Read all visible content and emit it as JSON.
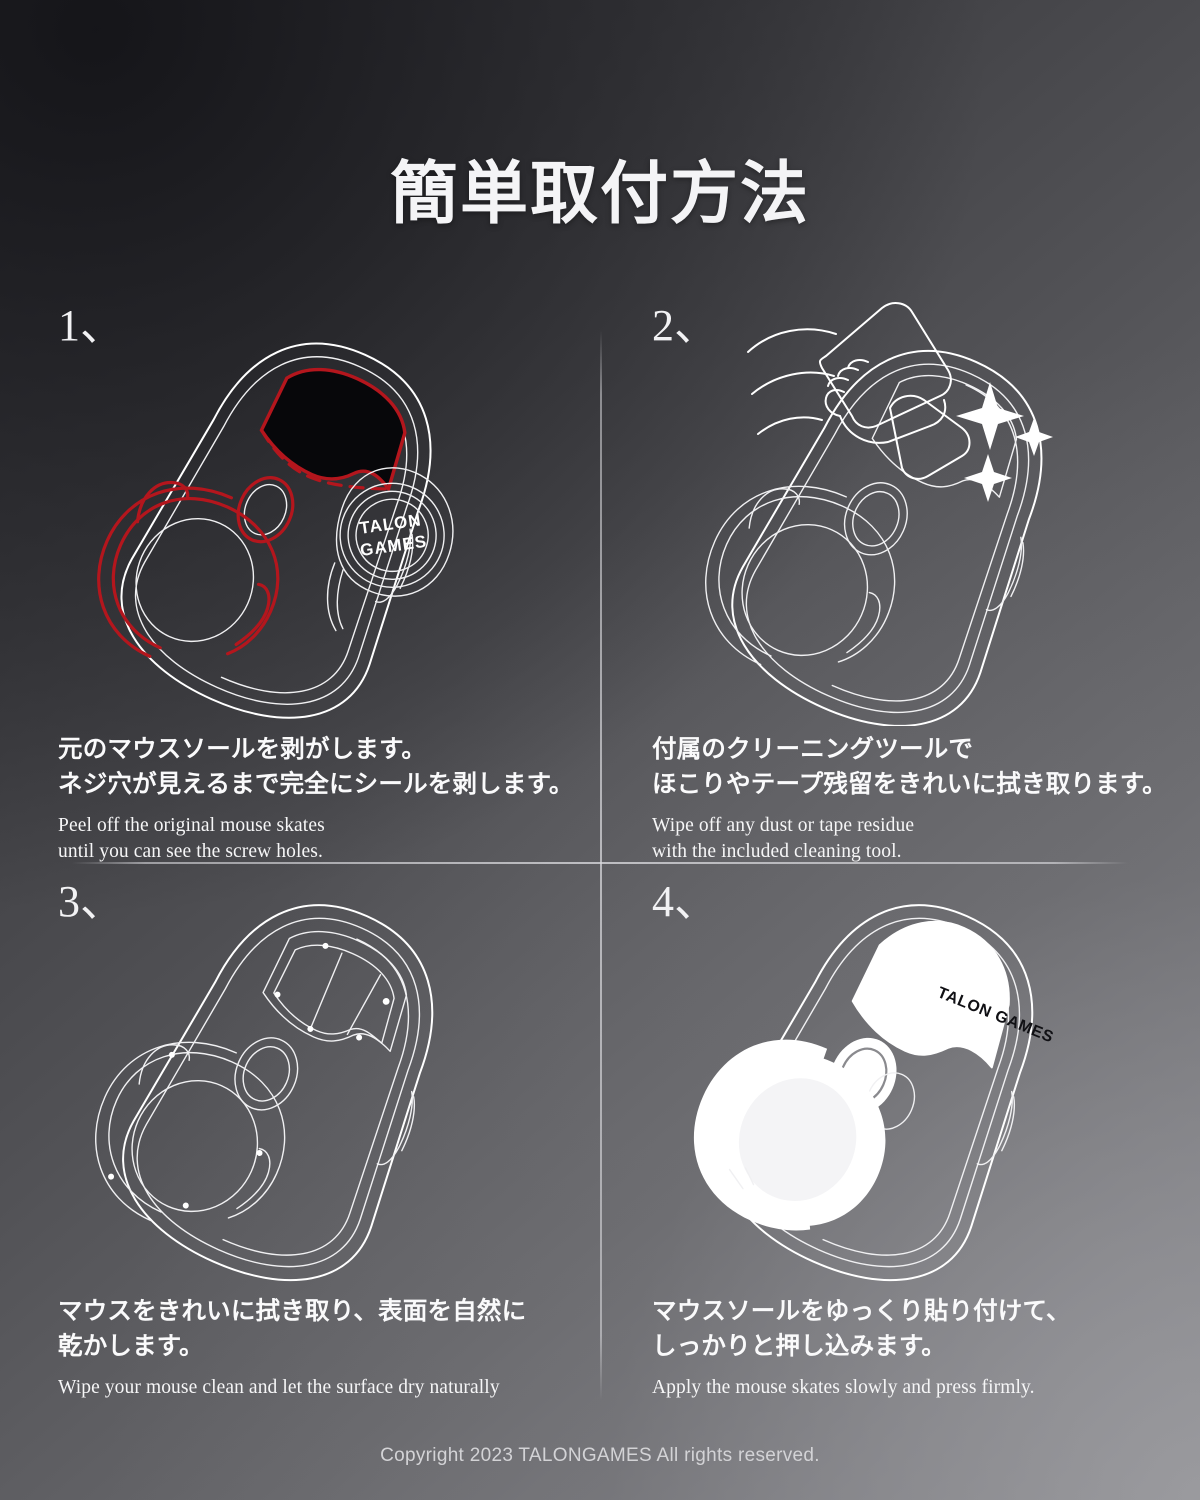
{
  "title": "簡単取付方法",
  "colors": {
    "accent_red": "#b4161d",
    "line_white": "#ffffff",
    "bg_dark": "#2b2b30",
    "bg_light": "#8c8c90"
  },
  "steps": [
    {
      "number": "1、",
      "jp": "元のマウスソールを剥がします。\nネジ穴が見えるまで完全にシールを剥します。",
      "en": "Peel off  the original  mouse skates\nuntil you can see the screw holes.",
      "logo_line1": "TALON",
      "logo_line2": "GAMES"
    },
    {
      "number": "2、",
      "jp": "付属のクリーニングツールで\nほこりやテープ残留をきれいに拭き取ります。",
      "en": "Wipe off any dust or tape residue\nwith the included cleaning tool."
    },
    {
      "number": "3、",
      "jp": "マウスをきれいに拭き取り、表面を自然に\n乾かします。",
      "en": "Wipe your mouse clean and let the surface dry naturally"
    },
    {
      "number": "4、",
      "jp": "マウスソールをゆっくり貼り付けて、\nしっかりと押し込みます。",
      "en": "Apply the mouse skates slowly and press firmly.",
      "logo": "TALON GAMES"
    }
  ],
  "footer": "Copyright  2023 TALONGAMES All rights reserved."
}
